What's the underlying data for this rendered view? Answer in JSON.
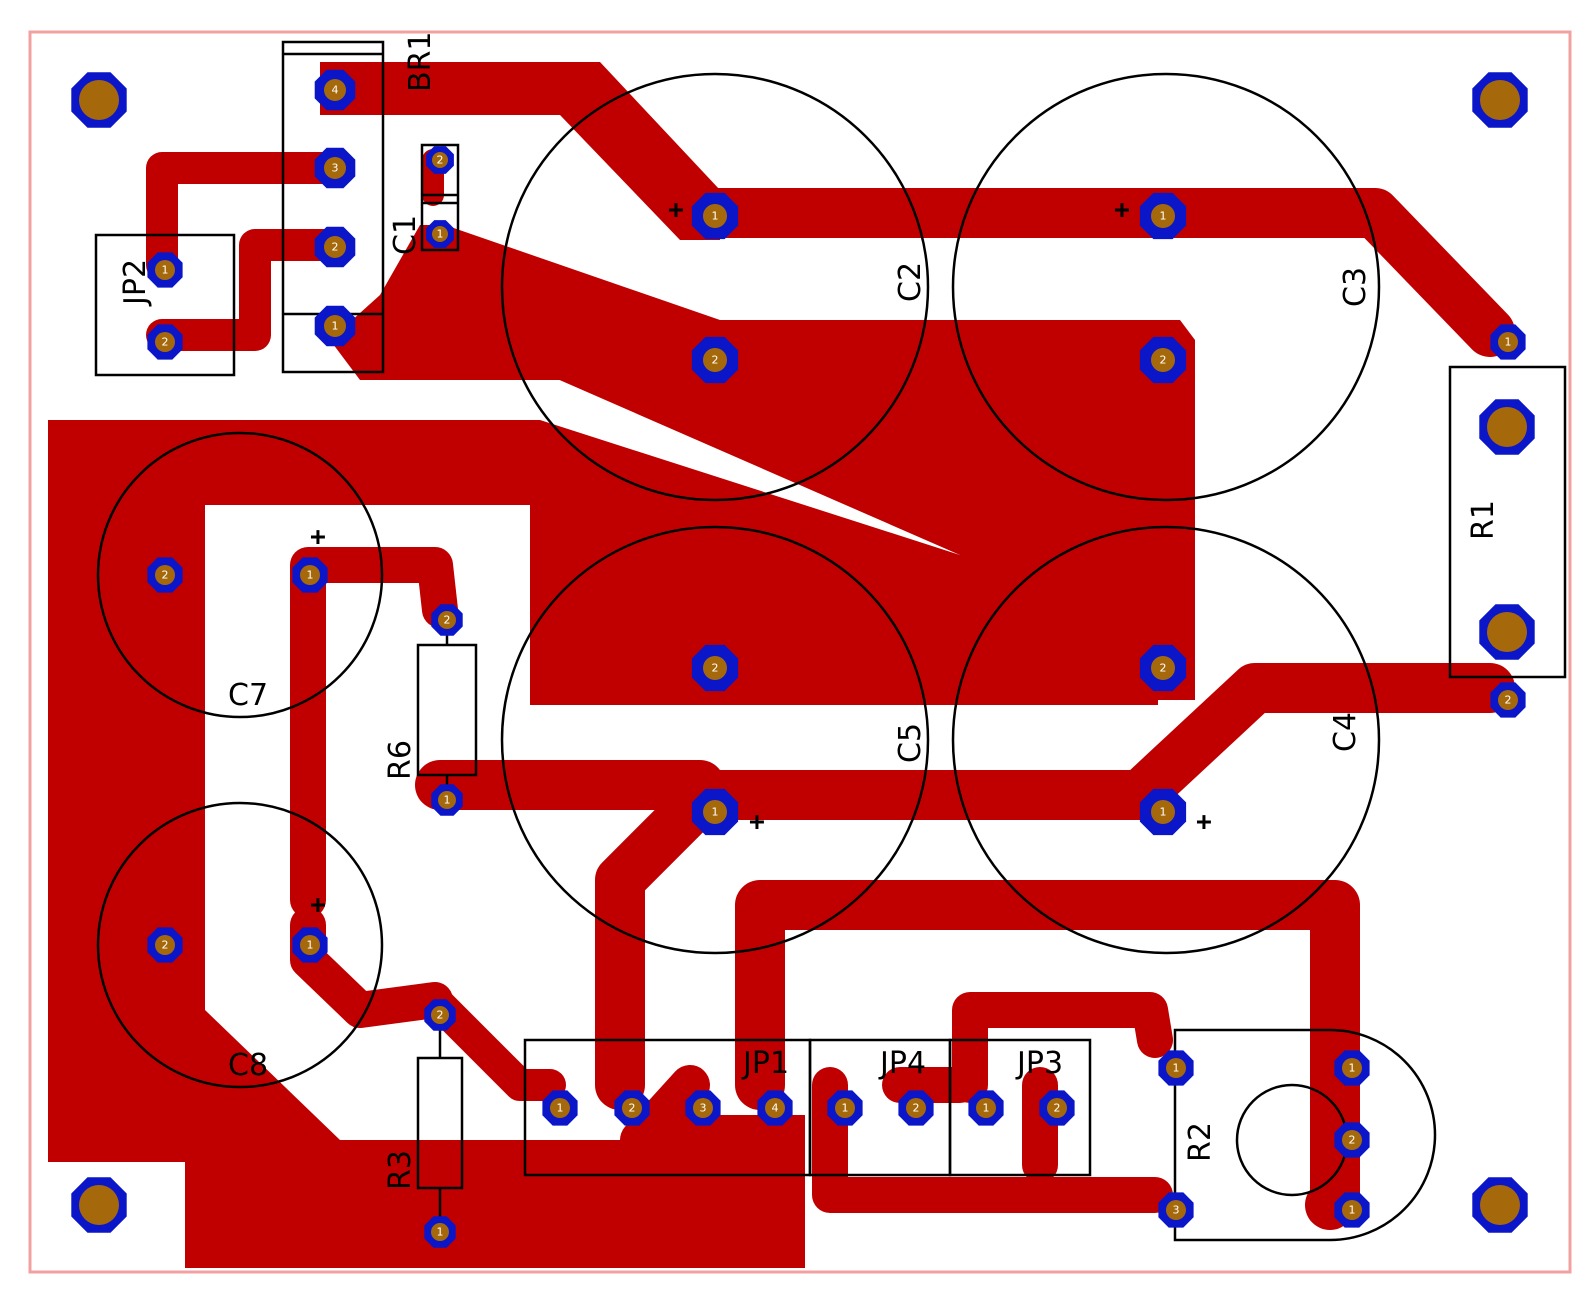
{
  "colors": {
    "copper": "#c00000",
    "pad_ring": "#0b16c8",
    "pad_hole": "#a5690c",
    "silkscreen": "#000000",
    "board_edge": "#f2a0a0",
    "background": "#ffffff"
  },
  "icons": {
    "mounting_hole": "octagon-pad-icon",
    "pin_pad": "octagon-pad-icon"
  },
  "components": {
    "BR1": "BR1",
    "C1": "C1",
    "C2": "C2",
    "C3": "C3",
    "C4": "C4",
    "C5": "C5",
    "C7": "C7",
    "C8": "C8",
    "R1": "R1",
    "R2": "R2",
    "R3": "R3",
    "R6": "R6",
    "JP1": "JP1",
    "JP2": "JP2",
    "JP3": "JP3",
    "JP4": "JP4"
  },
  "symbols": {
    "plus": "+"
  },
  "pins": {
    "p1": "1",
    "p2": "2",
    "p3": "3",
    "p4": "4"
  }
}
